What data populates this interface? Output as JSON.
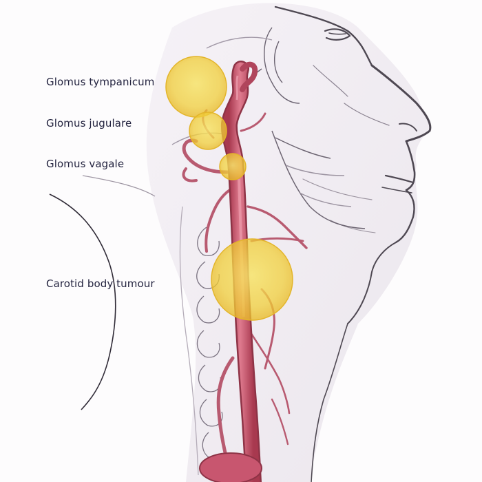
{
  "labels": {
    "glomus_tympanicum": "Glomus tympanicum",
    "glomus_jugulare": "Glomus jugulare",
    "glomus_vagale": "Glomus vagale",
    "carotid_body_tumour": "Carotid body tumour"
  },
  "colors": {
    "background": "#fdfcfd",
    "sketch_line": "#5b5560",
    "sketch_shade": "#d8d2dc",
    "artery": "#c8566f",
    "artery_dark": "#8e3346",
    "tumour_fill": "#f3d23a",
    "tumour_edge": "#e8b82a",
    "label_text": "#23233f"
  },
  "icons": [
    "head-neck-illustration",
    "carotid-artery",
    "tumour-marker"
  ]
}
